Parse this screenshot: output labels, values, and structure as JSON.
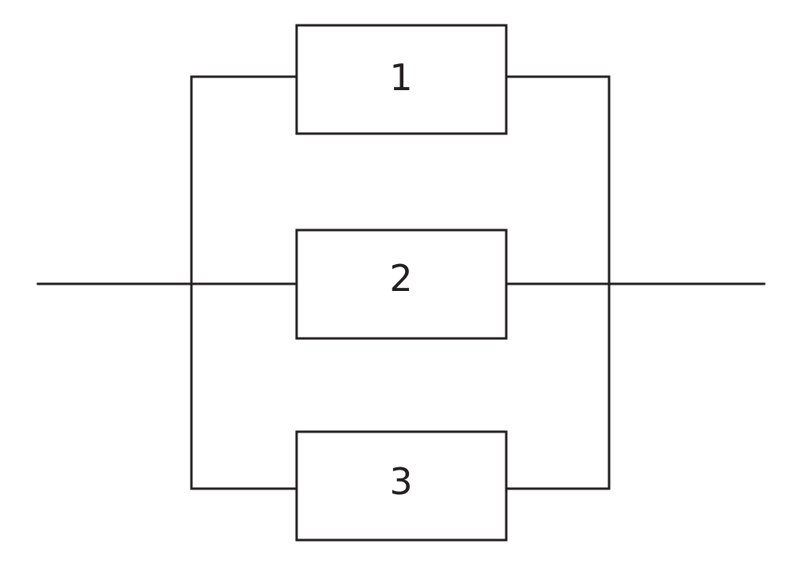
{
  "diagram": {
    "type": "parallel-block-diagram",
    "line_color": "#231f20",
    "background_color": "#ffffff",
    "blocks": [
      {
        "label": "1"
      },
      {
        "label": "2"
      },
      {
        "label": "3"
      }
    ]
  }
}
